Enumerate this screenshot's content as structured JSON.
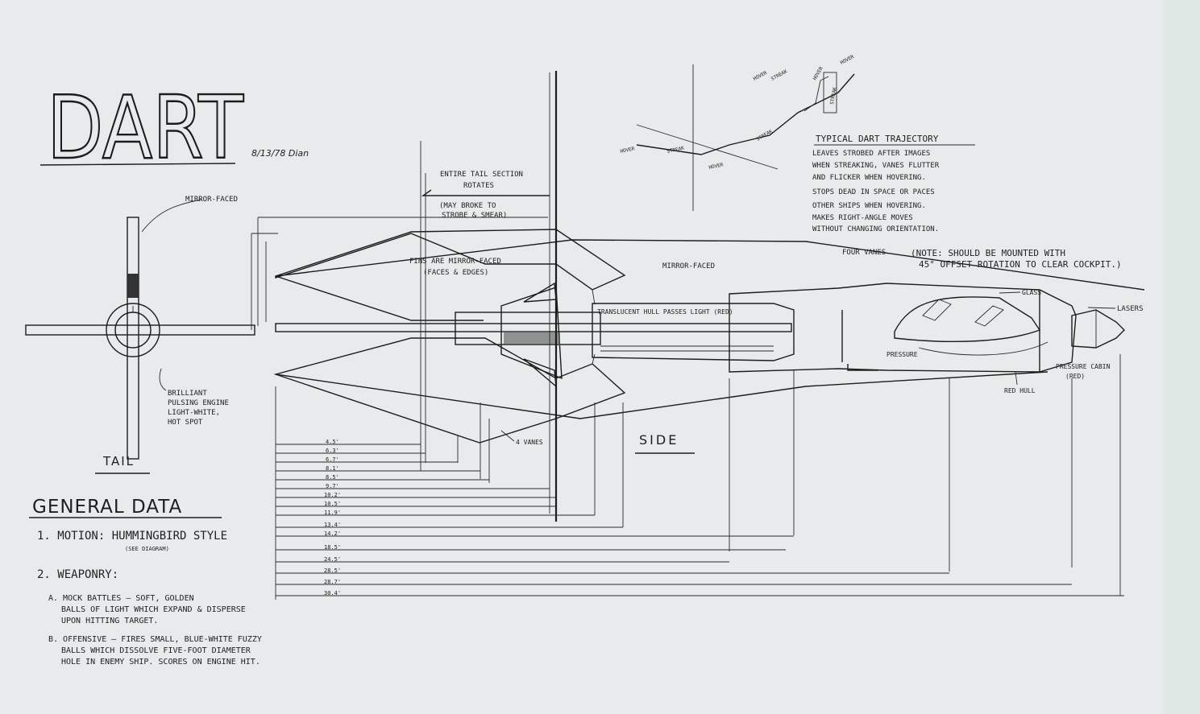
{
  "title": "DART",
  "signature": "8/13/78 Dian",
  "colors": {
    "paper": "#e8ebeb",
    "ink": "#1c1c1c"
  },
  "tail": {
    "label": "TAIL",
    "mirror_note": "MIRROR-FACED",
    "engine_note": [
      "BRILLIANT",
      "PULSING ENGINE",
      "LIGHT-WHITE,",
      "HOT SPOT"
    ]
  },
  "side": {
    "label": "SIDE",
    "tail_rotates": [
      "ENTIRE TAIL SECTION",
      "ROTATES"
    ],
    "strobe_note": [
      "(MAY BROKE TO",
      "STROBE & SMEAR)"
    ],
    "fins_note": [
      "FINS ARE MIRROR-FACED",
      "(FACES & EDGES)"
    ],
    "mirror_faced": "MIRROR-FACED",
    "four_vanes": "FOUR VANES",
    "vane_mount_note": [
      "(NOTE: SHOULD BE MOUNTED WITH",
      "45° OFFSET ROTATION TO CLEAR COCKPIT.)"
    ],
    "translucent_hull": "TRANSLUCENT HULL PASSES LIGHT (RED)",
    "glass": "GLASS",
    "lasers": "LASERS",
    "pressure_cabin": [
      "PRESSURE CABIN",
      "(RED)"
    ],
    "red_hull": "RED HULL",
    "vanes_4": "4 VANES",
    "pressure_label": "PRESSURE"
  },
  "trajectory": {
    "title": "TYPICAL DART TRAJECTORY",
    "text": [
      "LEAVES STROBED AFTER IMAGES",
      "WHEN STREAKING, VANES FLUTTER",
      "AND FLICKER WHEN HOVERING.",
      "STOPS DEAD IN SPACE OR PACES",
      "OTHER SHIPS WHEN HOVERING.",
      "MAKES RIGHT-ANGLE MOVES",
      "WITHOUT CHANGING ORIENTATION."
    ],
    "labels": [
      "HOVER",
      "STREAK",
      "HOVER",
      "STREAK",
      "HOVER",
      "STREAK",
      "HOVER",
      "STREAK",
      "HOVER"
    ]
  },
  "dimensions": [
    "4.5'",
    "6.3'",
    "6.7'",
    "8.1'",
    "8.5'",
    "9.7'",
    "10.2'",
    "10.5'",
    "11.9'",
    "13.4'",
    "14.2'",
    "18.5'",
    "24.5'",
    "28.5'",
    "28.7'",
    "30.4'"
  ],
  "general": {
    "heading": "GENERAL DATA",
    "motion": "1. MOTION: HUMMINGBIRD STYLE",
    "motion_sub": "(SEE DIAGRAM)",
    "weaponry": "2. WEAPONRY:",
    "item_a": [
      "A. MOCK BATTLES — SOFT, GOLDEN",
      "BALLS OF LIGHT WHICH EXPAND & DISPERSE",
      "UPON HITTING TARGET."
    ],
    "item_b": [
      "B. OFFENSIVE — FIRES SMALL, BLUE-WHITE FUZZY",
      "BALLS WHICH DISSOLVE FIVE-FOOT DIAMETER",
      "HOLE IN ENEMY SHIP. SCORES ON ENGINE HIT."
    ]
  }
}
